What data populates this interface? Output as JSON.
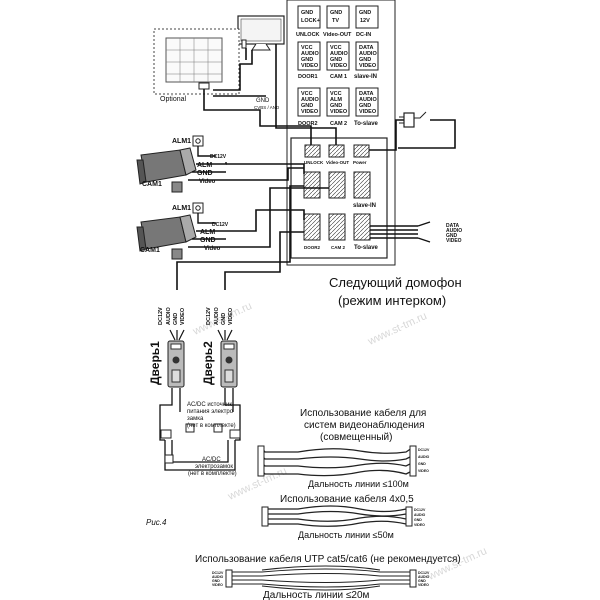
{
  "panel": {
    "top_cells": [
      {
        "line1": "GND",
        "line2": "LOCK+",
        "label": "UNLOCK"
      },
      {
        "line1": "GND",
        "line2": "TV",
        "label": "Video-OUT"
      },
      {
        "line1": "GND",
        "line2": "12V",
        "label": "DC-IN"
      }
    ],
    "mid_cells": [
      {
        "lines": [
          "VCC",
          "AUDIO",
          "GND",
          "VIDEO"
        ],
        "label": "DOOR1"
      },
      {
        "lines": [
          "VCC",
          "AUDIO",
          "GND",
          "VIDEO"
        ],
        "label": "CAM 1"
      },
      {
        "lines": [
          "DATA",
          "AUDIO",
          "GND",
          "VIDEO"
        ],
        "label": "slave-IN"
      }
    ],
    "low_cells": [
      {
        "lines": [
          "VCC",
          "AUDIO",
          "GND",
          "VIDEO"
        ],
        "label": "DOOR2"
      },
      {
        "lines": [
          "VCC",
          "ALM",
          "GND",
          "VIDEO"
        ],
        "label": "CAM 2"
      },
      {
        "lines": [
          "DATA",
          "AUDIO",
          "GND",
          "VIDEO"
        ],
        "label": "To-slave"
      }
    ]
  },
  "board": {
    "row1": [
      "UNLOCK",
      "Video-OUT",
      "Power"
    ],
    "row2_right": "slave-IN",
    "row3": [
      "DOOR2",
      "CAM 2",
      "To-slave"
    ]
  },
  "optional_label": "Optional",
  "gnd_label": "GND",
  "cvbs_label": "CVBS / AND",
  "cameras": [
    {
      "alm": "ALM1",
      "name": "CAM1",
      "wires": [
        "DC12V",
        "ALM",
        "GND",
        "Video"
      ]
    },
    {
      "alm": "ALM1",
      "name": "CAM1",
      "wires": [
        "DC12V",
        "ALM",
        "GND",
        "Video"
      ]
    }
  ],
  "data_out": [
    "DATA",
    "AUDIO",
    "GND",
    "VIDEO"
  ],
  "next_intercom": [
    "Следующий домофон",
    "(режим интерком)"
  ],
  "door_wires": [
    "DC12V",
    "AUDIO",
    "GND",
    "VIDEO"
  ],
  "doors": [
    "Дверь1",
    "Дверь2"
  ],
  "lock_power": [
    "AC/DC источник",
    "питания электро",
    "замка",
    "(нет в комплекте)"
  ],
  "lock": [
    "AC/DC",
    "электрозамок",
    "(нет в комплекте)"
  ],
  "cable_sections": [
    {
      "title": [
        "Использование кабеля для",
        "систем видеонаблюдения",
        "(совмещенный)"
      ],
      "distance": "Дальность линии  ≤100м"
    },
    {
      "title": [
        "Использование кабеля 4х0,5"
      ],
      "distance": "Дальность линии  ≤50м"
    },
    {
      "title": [
        "Использование кабеля UTP cat5/cat6 (не рекомендуется)"
      ],
      "distance": "Дальность линии  ≤20м"
    }
  ],
  "cable_end_labels": [
    "DC12V",
    "AUDIO",
    "GND",
    "VIDEO"
  ],
  "figure_label": "Рис.4",
  "watermark": "www.st-tm.ru"
}
